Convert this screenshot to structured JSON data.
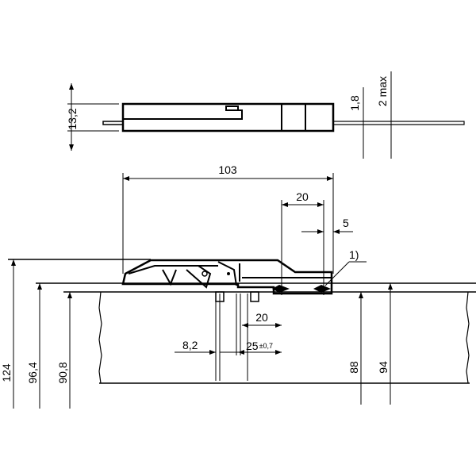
{
  "top_view": {
    "height_dim": "13,2",
    "rod_dim": "1,8",
    "gap_dim": "2 max"
  },
  "front_view": {
    "length_dim": "103",
    "catch_width_dim": "20",
    "offset_dim": "5",
    "note_ref": "1)",
    "lower_dim": "20",
    "gap_dim": "8,2",
    "tolerance_dim_main": "25",
    "tolerance_dim_tol": "±0,7",
    "height_124": "124",
    "height_96_4": "96,4",
    "height_90_8": "90,8",
    "height_88": "88",
    "height_94": "94"
  }
}
